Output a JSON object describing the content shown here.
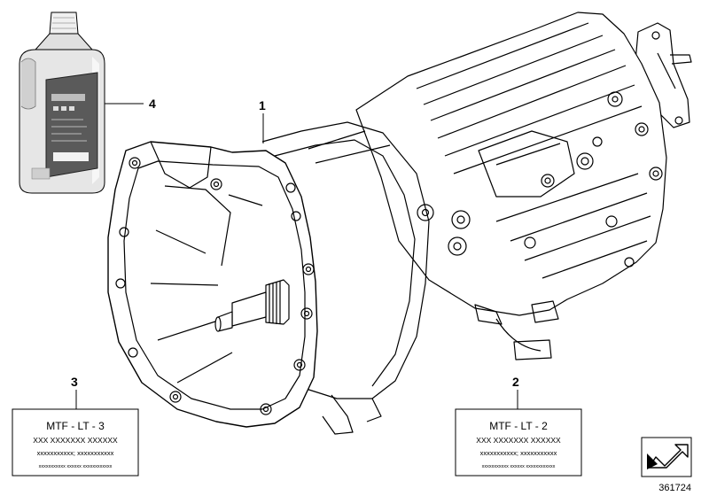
{
  "callouts": {
    "c1": "1",
    "c2": "2",
    "c3": "3",
    "c4": "4"
  },
  "labels": {
    "label_3": {
      "title": "MTF - LT - 3",
      "line1": "XXX XXXXXXX XXXXXX",
      "line2": "xxxxxxxxxxx; xxxxxxxxxxx",
      "line3": "xxxxxxxxxxx  xxxxxx  xxxxxxxxxxxx"
    },
    "label_2": {
      "title": "MTF - LT - 2",
      "line1": "XXX XXXXXXX XXXXXX",
      "line2": "xxxxxxxxxxx; xxxxxxxxxxx",
      "line3": "xxxxxxxxxxx  xxxxxx  xxxxxxxxxxxx"
    }
  },
  "diagram_number": "361724",
  "icons": {
    "bottle": "oil-bottle-icon",
    "transmission": "manual-transmission-illustration",
    "reference": "bmw-diagram-arrow-icon"
  },
  "colors": {
    "line": "#000000",
    "bottle_body": "#e6e6e6",
    "bottle_label": "#5a5a5a",
    "background": "#ffffff"
  }
}
